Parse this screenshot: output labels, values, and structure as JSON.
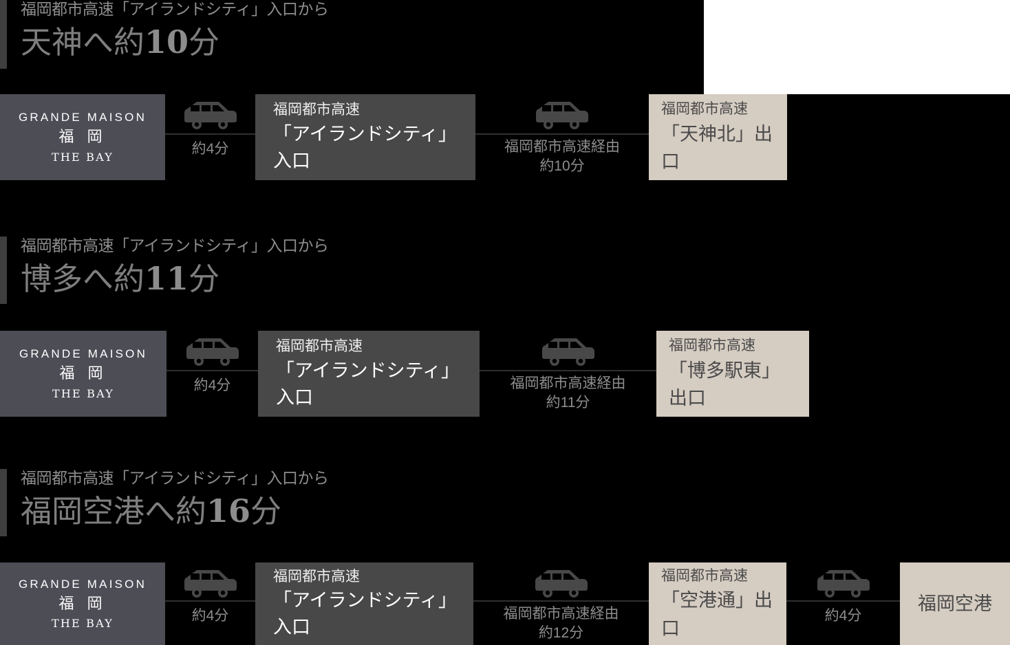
{
  "page": {
    "background": "#000000",
    "brand_box_color": "#4d4d56",
    "dark_node_color": "#484848",
    "beige_node_color": "#d5ccc2",
    "accent_bar_color": "#3f3f3f",
    "rail_color": "#2f2f2f",
    "heading_color": "#7e7e7e",
    "subheading_color": "#8e8e8e",
    "time_text_color": "#8d8d8d"
  },
  "brand": {
    "line1": "GRANDE MAISON",
    "line2": "福 岡",
    "line3": "THE BAY"
  },
  "icons": {
    "car": "car-icon"
  },
  "sections": [
    {
      "id": "tenjin",
      "heading_sub": "福岡都市高速「アイランドシティ」入口から",
      "heading_main_prefix": "天神へ約",
      "heading_main_number": "10",
      "heading_main_suffix": "分",
      "route": {
        "origin": {
          "line1": "GRANDE MAISON",
          "line2": "福 岡",
          "line3": "THE BAY"
        },
        "link1": {
          "time": "約4分"
        },
        "node1": {
          "line1": "福岡都市高速",
          "line2": "「アイランドシティ」入口"
        },
        "link2": {
          "time": "福岡都市高速経由\n約10分"
        },
        "node2": {
          "line1": "福岡都市高速",
          "line2": "「天神北」出口"
        }
      }
    },
    {
      "id": "hakata",
      "heading_sub": "福岡都市高速「アイランドシティ」入口から",
      "heading_main_prefix": "博多へ約",
      "heading_main_number": "11",
      "heading_main_suffix": "分",
      "route": {
        "origin": {
          "line1": "GRANDE MAISON",
          "line2": "福 岡",
          "line3": "THE BAY"
        },
        "link1": {
          "time": "約4分"
        },
        "node1": {
          "line1": "福岡都市高速",
          "line2": "「アイランドシティ」入口"
        },
        "link2": {
          "time": "福岡都市高速経由\n約11分"
        },
        "node2": {
          "line1": "福岡都市高速",
          "line2": "「博多駅東」出口"
        }
      }
    },
    {
      "id": "airport",
      "heading_sub": "福岡都市高速「アイランドシティ」入口から",
      "heading_main_prefix": "福岡空港へ約",
      "heading_main_number": "16",
      "heading_main_suffix": "分",
      "route": {
        "origin": {
          "line1": "GRANDE MAISON",
          "line2": "福 岡",
          "line3": "THE BAY"
        },
        "link1": {
          "time": "約4分"
        },
        "node1": {
          "line1": "福岡都市高速",
          "line2": "「アイランドシティ」入口"
        },
        "link2": {
          "time": "福岡都市高速経由\n約12分"
        },
        "node2": {
          "line1": "福岡都市高速",
          "line2": "「空港通」出口"
        },
        "link3": {
          "time": "約4分"
        },
        "node3": {
          "line2": "福岡空港"
        }
      }
    }
  ]
}
